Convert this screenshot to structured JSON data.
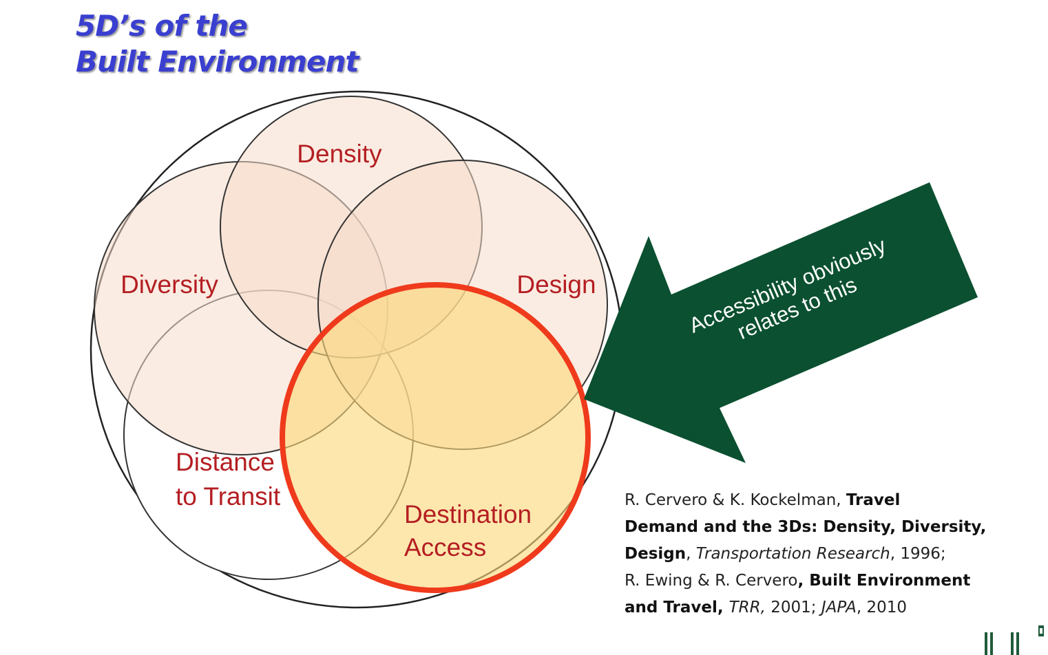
{
  "title": {
    "line1": "5D’s of the",
    "line2": "Built Environment"
  },
  "diagram": {
    "labels": {
      "density": "Density",
      "diversity": "Diversity",
      "design": "Design",
      "distance_line1": "Distance",
      "distance_line2": "to Transit",
      "destination_line1": "Destination",
      "destination_line2": "Access"
    },
    "arrow": {
      "line1": "Accessibility obviously",
      "line2": "relates to this"
    }
  },
  "citation": {
    "l1_a": "R. Cervero & K. Kockelman, ",
    "l1_b": "Travel",
    "l2_a": "Demand and the 3Ds: Density, Diversity,",
    "l3_a": "Design",
    "l3_b": ", ",
    "l3_c": "Transportation Research",
    "l3_d": ", 1996;",
    "l4_a": "R. Ewing & R. Cervero",
    "l4_b": ", Built Environment",
    "l5_a": "and Travel, ",
    "l5_b": "TRR,",
    "l5_c": " 2001; ",
    "l5_d": "JAPA",
    "l5_e": ", 2010"
  },
  "colors": {
    "title": "#3a3fd0",
    "label_red": "#b41e22",
    "arrow_green": "#0b5030",
    "highlight_ring": "#ef3a1c",
    "circle_fill": "#f7e3d6",
    "destination_fill": "#fde3a0"
  }
}
